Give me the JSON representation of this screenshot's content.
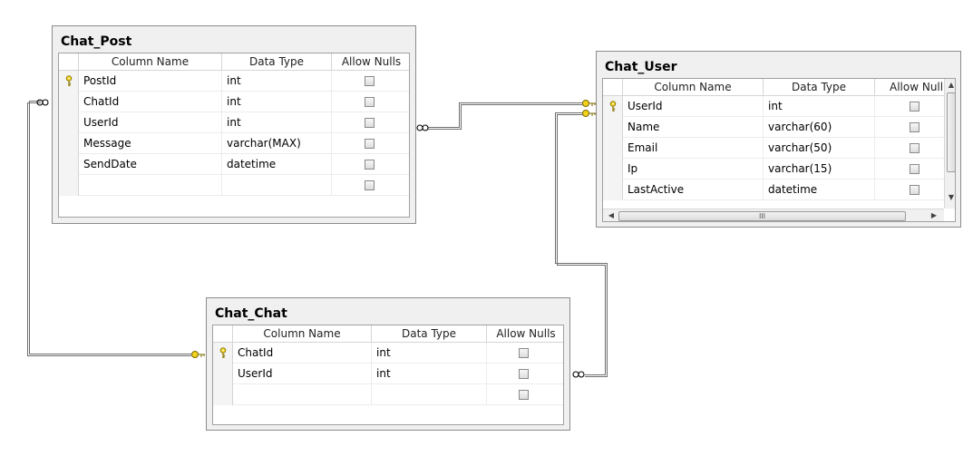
{
  "grid_headers": {
    "column_name": "Column Name",
    "data_type": "Data Type",
    "allow_nulls": "Allow Nulls",
    "allow_nulls_truncated": "Allow Null"
  },
  "tables": {
    "chat_post": {
      "title": "Chat_Post",
      "rows": [
        {
          "name": "PostId",
          "type": "int",
          "primary_key": true,
          "allow_nulls": false
        },
        {
          "name": "ChatId",
          "type": "int",
          "primary_key": false,
          "allow_nulls": false
        },
        {
          "name": "UserId",
          "type": "int",
          "primary_key": false,
          "allow_nulls": false
        },
        {
          "name": "Message",
          "type": "varchar(MAX)",
          "primary_key": false,
          "allow_nulls": false
        },
        {
          "name": "SendDate",
          "type": "datetime",
          "primary_key": false,
          "allow_nulls": false
        },
        {
          "name": "",
          "type": "",
          "primary_key": false,
          "allow_nulls": false
        }
      ]
    },
    "chat_user": {
      "title": "Chat_User",
      "rows": [
        {
          "name": "UserId",
          "type": "int",
          "primary_key": true,
          "allow_nulls": false
        },
        {
          "name": "Name",
          "type": "varchar(60)",
          "primary_key": false,
          "allow_nulls": false
        },
        {
          "name": "Email",
          "type": "varchar(50)",
          "primary_key": false,
          "allow_nulls": false
        },
        {
          "name": "Ip",
          "type": "varchar(15)",
          "primary_key": false,
          "allow_nulls": false
        },
        {
          "name": "LastActive",
          "type": "datetime",
          "primary_key": false,
          "allow_nulls": false
        }
      ],
      "scrollbars": {
        "thumb_grip": "III"
      }
    },
    "chat_chat": {
      "title": "Chat_Chat",
      "rows": [
        {
          "name": "ChatId",
          "type": "int",
          "primary_key": true,
          "allow_nulls": false
        },
        {
          "name": "UserId",
          "type": "int",
          "primary_key": false,
          "allow_nulls": false
        },
        {
          "name": "",
          "type": "",
          "primary_key": false,
          "allow_nulls": false
        }
      ]
    }
  },
  "relationships": [
    {
      "name": "chat-post-to-chat-chat",
      "from": "Chat_Post",
      "to": "Chat_Chat"
    },
    {
      "name": "chat-post-to-chat-user",
      "from": "Chat_Post",
      "to": "Chat_User"
    },
    {
      "name": "chat-chat-to-chat-user",
      "from": "Chat_Chat",
      "to": "Chat_User"
    }
  ],
  "colors": {
    "key_icon": "#e6c619",
    "connector": "#6d6d6d",
    "table_frame": "#f0f0f0"
  }
}
